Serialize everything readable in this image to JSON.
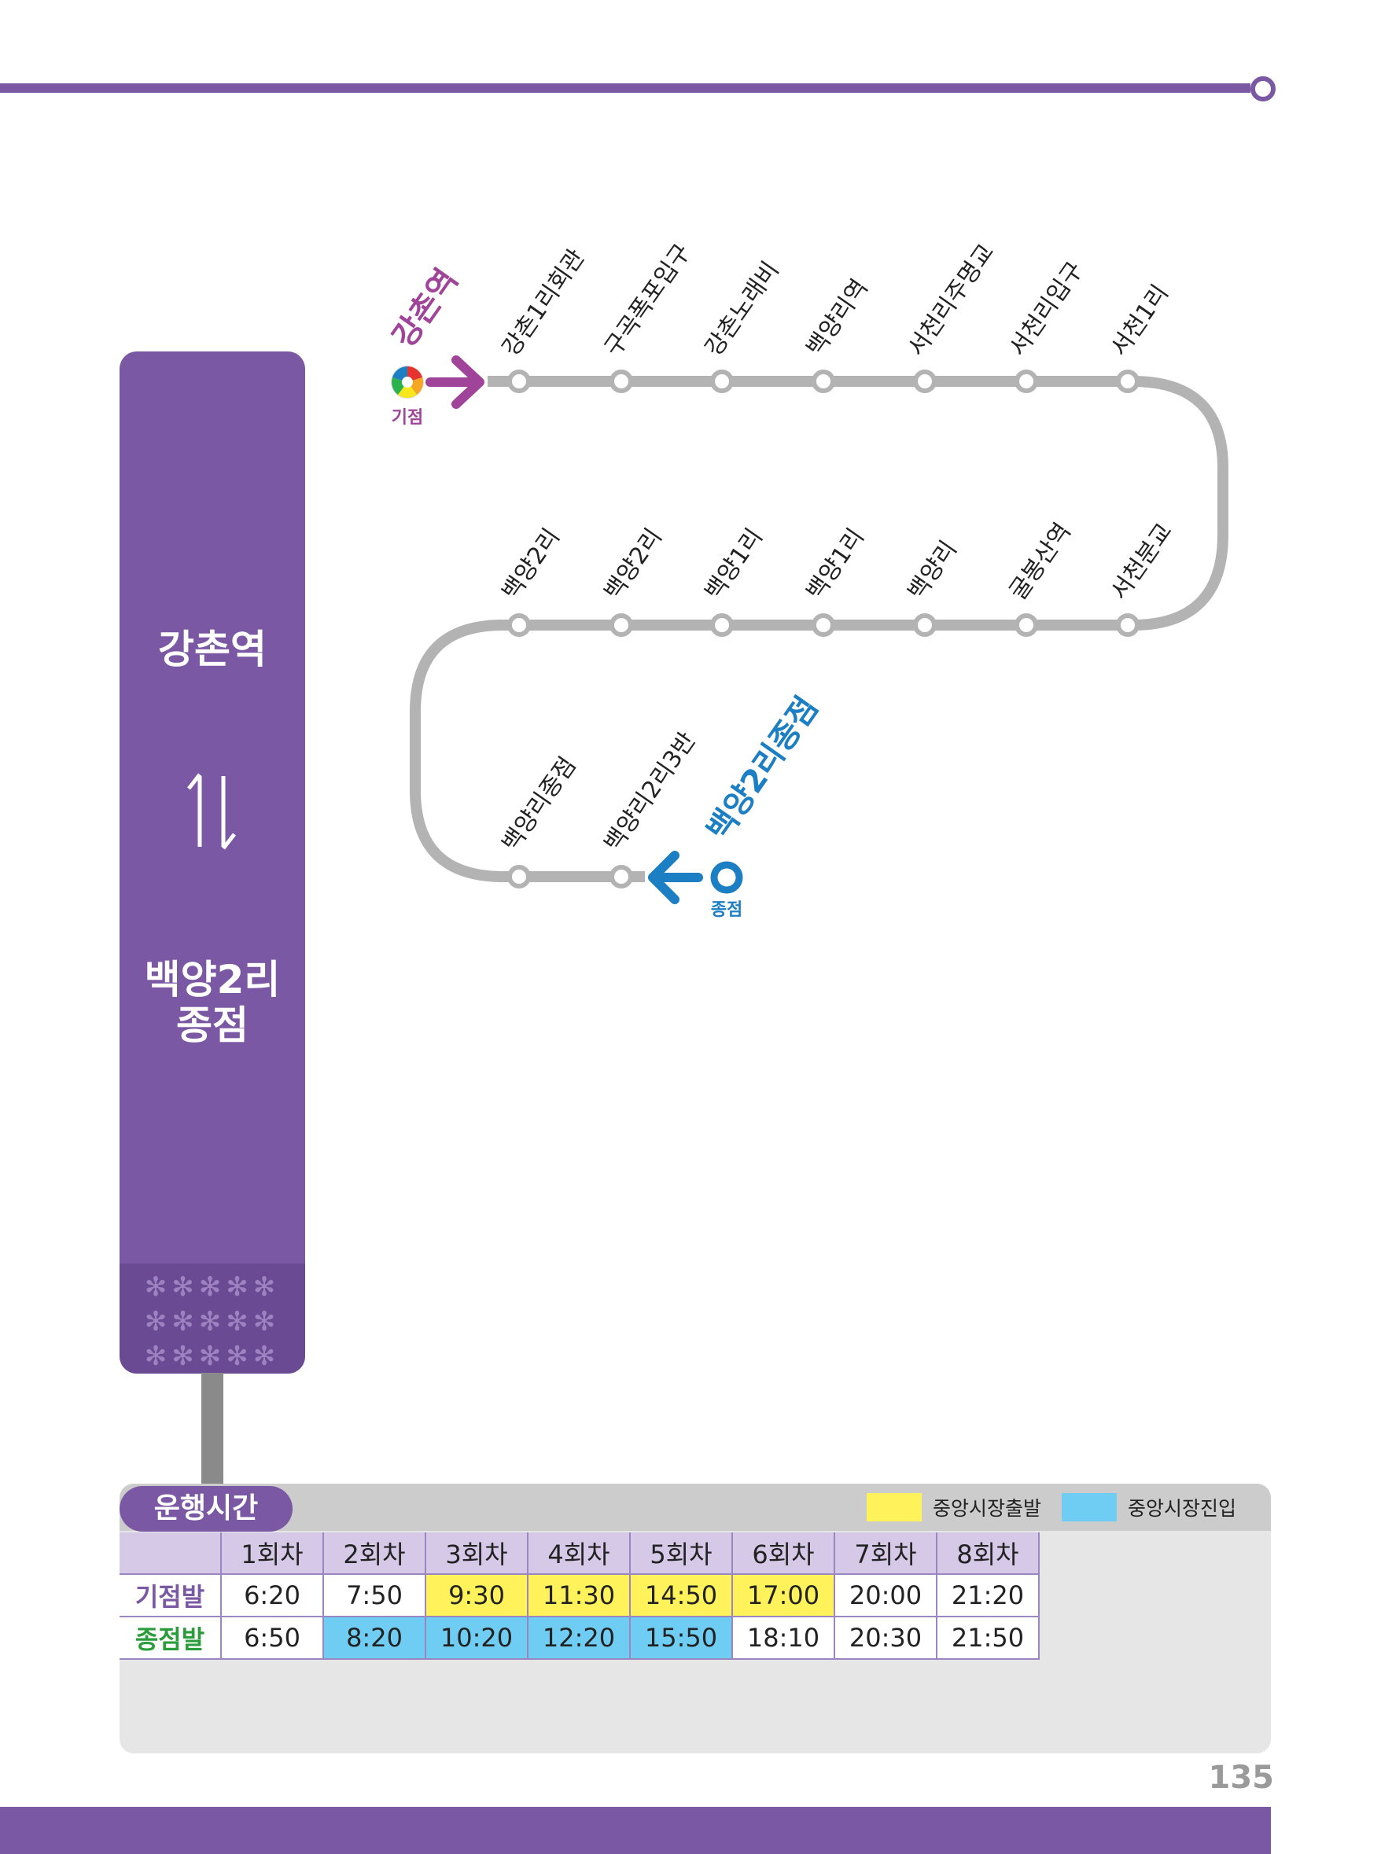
{
  "route": {
    "from": "강촌역",
    "to_line1": "백양2리",
    "to_line2": "종점"
  },
  "map": {
    "start_name": "강촌역",
    "start_tag": "기점",
    "end_name": "백양2리종점",
    "end_tag": "종점",
    "row1_stops": [
      "강촌1리회관",
      "구곡폭포입구",
      "강촌노래비",
      "백양리역",
      "서천리주명교",
      "서천리입구",
      "서천1리"
    ],
    "row2_stops": [
      "백양2리",
      "백양2리",
      "백양1리",
      "백양1리",
      "백양리",
      "굴봉산역",
      "서천분교"
    ],
    "row3_stops": [
      "백양리종점",
      "백양리2리3반"
    ]
  },
  "timetable": {
    "title": "운행시간",
    "legend": [
      {
        "label": "중앙시장출발",
        "color": "#fff25a"
      },
      {
        "label": "중앙시장진입",
        "color": "#6fcdf4"
      }
    ],
    "columns": [
      "1회차",
      "2회차",
      "3회차",
      "4회차",
      "5회차",
      "6회차",
      "7회차",
      "8회차"
    ],
    "rows": [
      {
        "label": "기점발",
        "times": [
          "6:20",
          "7:50",
          "9:30",
          "11:30",
          "14:50",
          "17:00",
          "20:00",
          "21:20"
        ],
        "highlight": [
          "",
          "",
          "yellow",
          "yellow",
          "yellow",
          "yellow",
          "",
          ""
        ]
      },
      {
        "label": "종점발",
        "times": [
          "6:50",
          "8:20",
          "10:20",
          "12:20",
          "15:50",
          "18:10",
          "20:30",
          "21:50"
        ],
        "highlight": [
          "",
          "blue",
          "blue",
          "blue",
          "blue",
          "",
          "",
          ""
        ]
      }
    ]
  },
  "page_number": "135",
  "colors": {
    "brand": "#7a58a3",
    "line": "#b3b3b3",
    "start": "#a0449a",
    "end": "#1c7fc4"
  }
}
